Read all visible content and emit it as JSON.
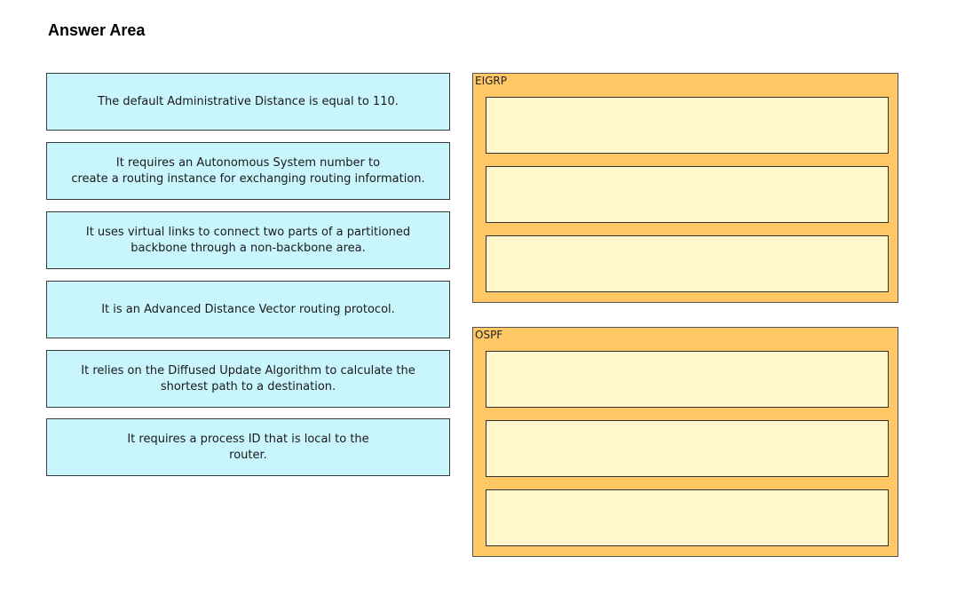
{
  "header": {
    "title": "Answer Area"
  },
  "source_items": [
    {
      "text": "The default Administrative Distance is equal to 110."
    },
    {
      "text": "It requires an Autonomous System number to\ncreate a routing instance for exchanging routing information."
    },
    {
      "text": "It uses virtual links to connect two parts of a partitioned\nbackbone through a non-backbone area."
    },
    {
      "text": "It is an Advanced Distance Vector routing protocol."
    },
    {
      "text": "It relies on the Diffused Update Algorithm to calculate the\nshortest path to a destination."
    },
    {
      "text": "It requires a process ID that is local to the\nrouter."
    }
  ],
  "targets": {
    "eigrp": {
      "label": "EIGRP"
    },
    "ospf": {
      "label": "OSPF"
    }
  },
  "colors": {
    "source_fill": "#c9f6fd",
    "group_fill": "#ffc864",
    "slot_fill": "#fff8cc"
  }
}
